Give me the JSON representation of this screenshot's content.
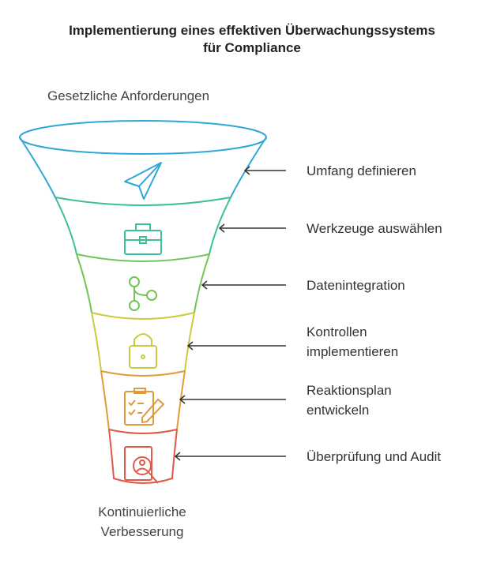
{
  "title": {
    "line1": "Implementierung eines effektiven Überwachungssystems",
    "line2": "für Compliance"
  },
  "top_label": "Gesetzliche Anforderungen",
  "bottom_label": {
    "line1": "Kontinuierliche",
    "line2": "Verbesserung"
  },
  "steps": [
    {
      "line1": "Umfang definieren",
      "line2": "",
      "icon": "send-icon",
      "color": "#2fa7d6"
    },
    {
      "line1": "Werkzeuge auswählen",
      "line2": "",
      "icon": "toolbox-icon",
      "color": "#3dbf9a"
    },
    {
      "line1": "Datenintegration",
      "line2": "",
      "icon": "git-branch-icon",
      "color": "#72c455"
    },
    {
      "line1": "Kontrollen",
      "line2": "implementieren",
      "icon": "lock-icon",
      "color": "#c9cc38"
    },
    {
      "line1": "Reaktionsplan",
      "line2": "entwickeln",
      "icon": "clipboard-checklist-icon",
      "color": "#e09a3a"
    },
    {
      "line1": "Überprüfung und Audit",
      "line2": "",
      "icon": "search-person-icon",
      "color": "#e0584a"
    }
  ]
}
